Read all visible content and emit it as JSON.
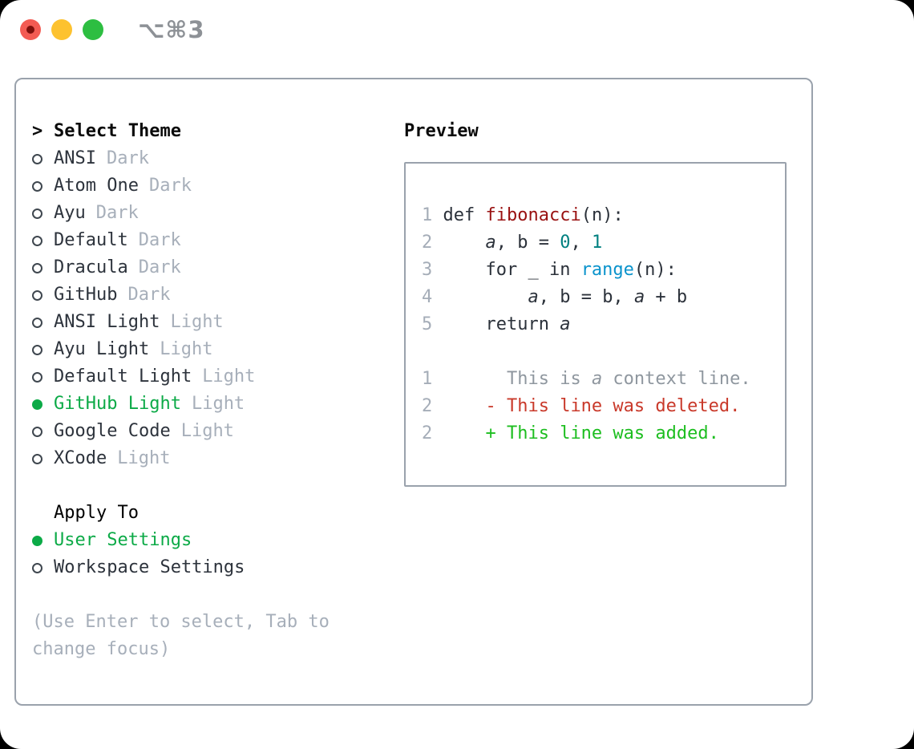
{
  "window": {
    "shortcut": "⌥⌘3"
  },
  "colors": {
    "bg": "#ffffff",
    "border": "#9aa2ac",
    "text": "#2d333c",
    "heading": "#0b0b0b",
    "muted": "#a7afba",
    "shortcut_gray": "#8d9196",
    "green": "#0caa47",
    "diff_red": "#c9392a",
    "diff_green": "#1dbe20",
    "func_red": "#991111",
    "number_teal": "#008080",
    "builtin_blue": "#0a93cc",
    "context_gray": "#8f979f",
    "line_number": "#a5adb8",
    "code_text": "#2b313a",
    "traffic_red": "#f35b53",
    "traffic_red_dot": "#7e100c",
    "traffic_yellow": "#fdc22f",
    "traffic_green": "#2dbe41",
    "bullet_outline": "#3f474f"
  },
  "theme_panel": {
    "header_prefix": ">",
    "header": "Select Theme",
    "themes": [
      {
        "name": "ANSI",
        "variant": "Dark",
        "selected": false
      },
      {
        "name": "Atom One",
        "variant": "Dark",
        "selected": false
      },
      {
        "name": "Ayu",
        "variant": "Dark",
        "selected": false
      },
      {
        "name": "Default",
        "variant": "Dark",
        "selected": false
      },
      {
        "name": "Dracula",
        "variant": "Dark",
        "selected": false
      },
      {
        "name": "GitHub",
        "variant": "Dark",
        "selected": false
      },
      {
        "name": "ANSI Light",
        "variant": "Light",
        "selected": false
      },
      {
        "name": "Ayu Light",
        "variant": "Light",
        "selected": false
      },
      {
        "name": "Default Light",
        "variant": "Light",
        "selected": false
      },
      {
        "name": "GitHub Light",
        "variant": "Light",
        "selected": true
      },
      {
        "name": "Google Code",
        "variant": "Light",
        "selected": false
      },
      {
        "name": "XCode",
        "variant": "Light",
        "selected": false
      }
    ],
    "apply_to": {
      "header": "Apply To",
      "options": [
        {
          "name": "User Settings",
          "selected": true
        },
        {
          "name": "Workspace Settings",
          "selected": false
        }
      ]
    },
    "hint": "(Use Enter to select, Tab to change focus)"
  },
  "preview": {
    "header": "Preview",
    "lines": [
      [
        {
          "text": "1 ",
          "style": "ln"
        },
        {
          "text": "def ",
          "style": "t"
        },
        {
          "text": "fibonacci",
          "style": "fn"
        },
        {
          "text": "(n):",
          "style": "t"
        }
      ],
      [
        {
          "text": "2 ",
          "style": "ln"
        },
        {
          "text": "    ",
          "style": "t"
        },
        {
          "text": "a",
          "style": "t",
          "italic": true
        },
        {
          "text": ", b = ",
          "style": "t"
        },
        {
          "text": "0",
          "style": "num"
        },
        {
          "text": ", ",
          "style": "t"
        },
        {
          "text": "1",
          "style": "num"
        }
      ],
      [
        {
          "text": "3 ",
          "style": "ln"
        },
        {
          "text": "    for _ in ",
          "style": "t"
        },
        {
          "text": "range",
          "style": "bi"
        },
        {
          "text": "(n):",
          "style": "t"
        }
      ],
      [
        {
          "text": "4 ",
          "style": "ln"
        },
        {
          "text": "        ",
          "style": "t"
        },
        {
          "text": "a",
          "style": "t",
          "italic": true
        },
        {
          "text": ", b = b, ",
          "style": "t"
        },
        {
          "text": "a",
          "style": "t",
          "italic": true
        },
        {
          "text": " + b",
          "style": "t"
        }
      ],
      [
        {
          "text": "5 ",
          "style": "ln"
        },
        {
          "text": "    return ",
          "style": "t"
        },
        {
          "text": "a",
          "style": "t",
          "italic": true
        }
      ],
      [],
      [
        {
          "text": "1 ",
          "style": "ln"
        },
        {
          "text": "      This is ",
          "style": "ctx"
        },
        {
          "text": "a",
          "style": "ctx",
          "italic": true
        },
        {
          "text": " context line.",
          "style": "ctx"
        }
      ],
      [
        {
          "text": "2 ",
          "style": "ln"
        },
        {
          "text": "    - This line was deleted.",
          "style": "del"
        }
      ],
      [
        {
          "text": "2 ",
          "style": "ln"
        },
        {
          "text": "    + This line was added.",
          "style": "add"
        }
      ]
    ]
  }
}
